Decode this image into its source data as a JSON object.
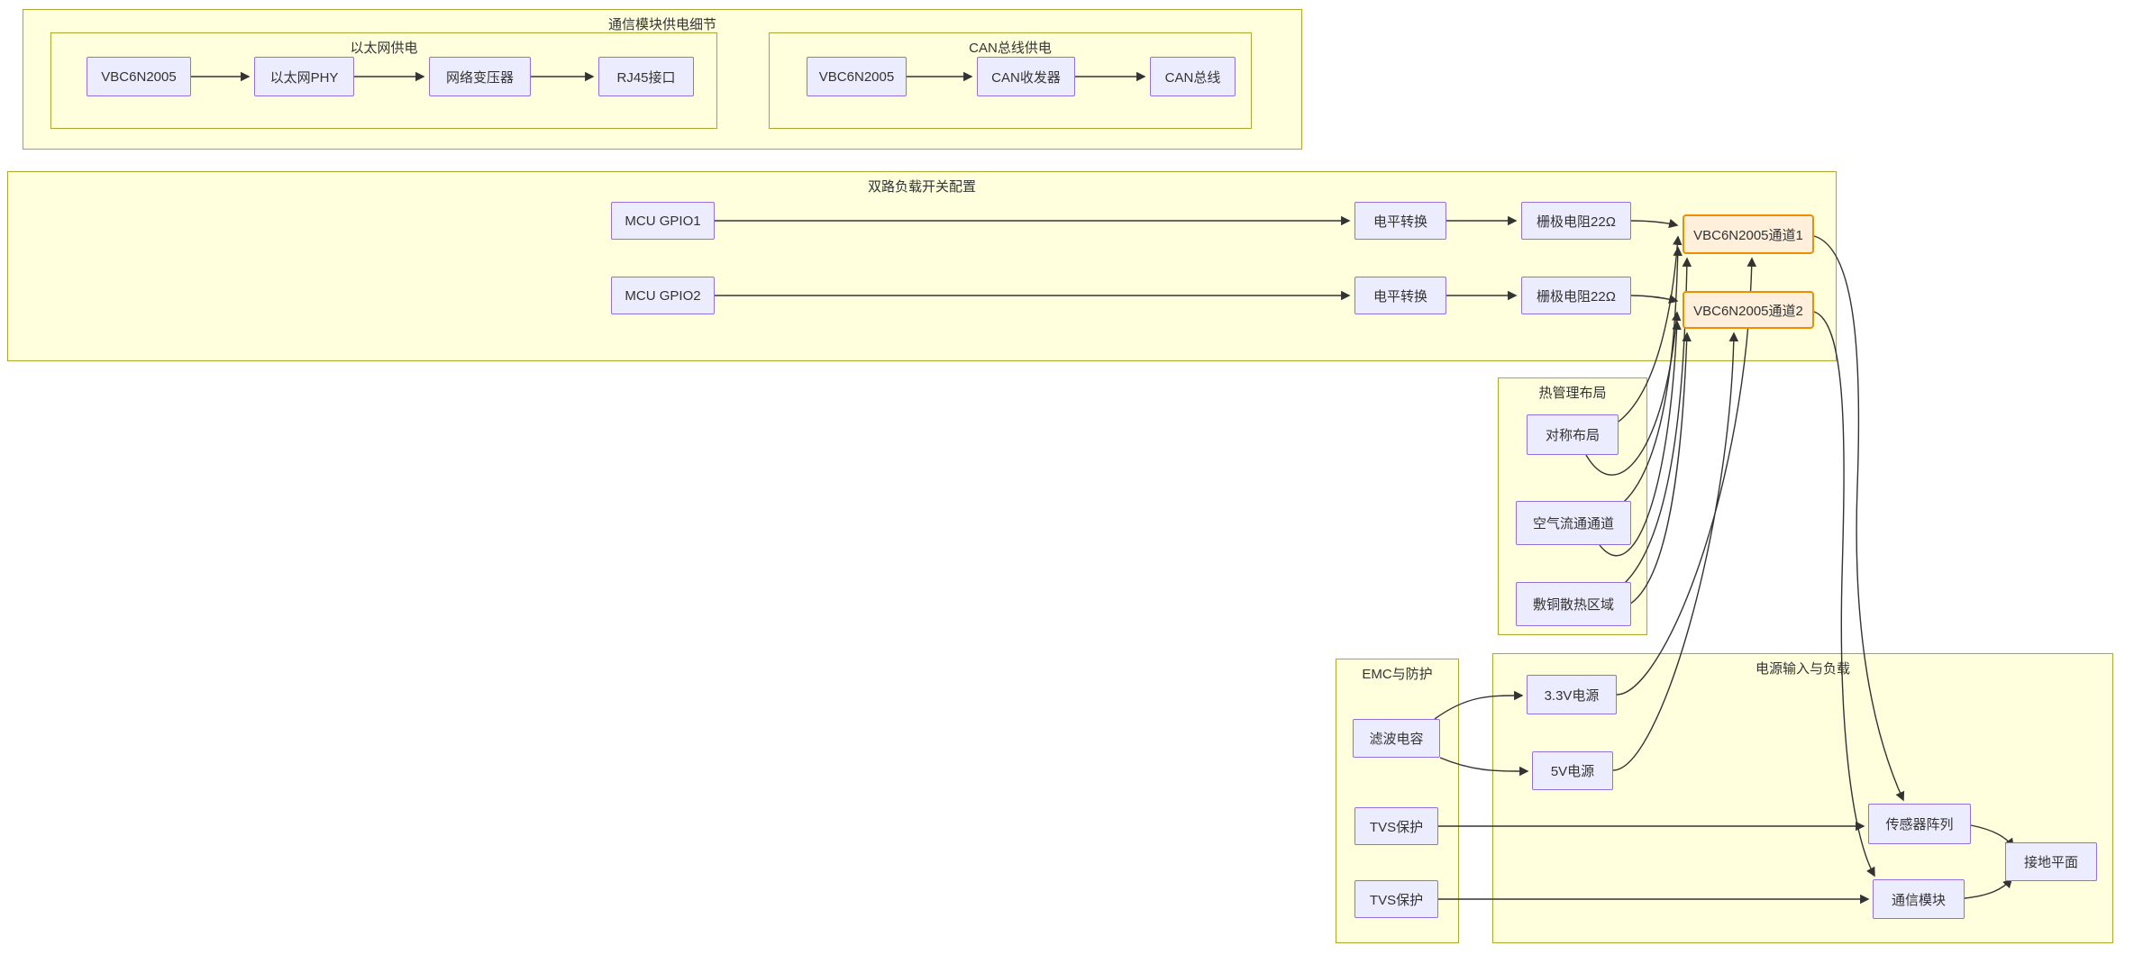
{
  "diagram": {
    "type": "flowchart",
    "colors": {
      "cluster_fill": "#ffffde",
      "cluster_border": "#aaaa33",
      "node_fill": "#ececff",
      "node_border": "#9370db",
      "accent_node_fill": "#ffefdb",
      "accent_node_border": "#f08c00",
      "edge_color": "#333333",
      "background": "#ffffff"
    },
    "groups": {
      "comm_power_detail": {
        "title": "通信模块供电细节"
      },
      "ethernet_power": {
        "title": "以太网供电"
      },
      "can_power": {
        "title": "CAN总线供电"
      },
      "dual_load_switch": {
        "title": "双路负载开关配置"
      },
      "thermal": {
        "title": "热管理布局"
      },
      "emc": {
        "title": "EMC与防护"
      },
      "power_load": {
        "title": "电源输入与负载"
      }
    },
    "nodes": {
      "eth_vbc": {
        "label": "VBC6N2005"
      },
      "eth_phy": {
        "label": "以太网PHY"
      },
      "eth_transformer": {
        "label": "网络变压器"
      },
      "eth_rj45": {
        "label": "RJ45接口"
      },
      "can_vbc": {
        "label": "VBC6N2005"
      },
      "can_transceiver": {
        "label": "CAN收发器"
      },
      "can_bus": {
        "label": "CAN总线"
      },
      "gpio1": {
        "label": "MCU GPIO1"
      },
      "gpio2": {
        "label": "MCU GPIO2"
      },
      "level1": {
        "label": "电平转换"
      },
      "level2": {
        "label": "电平转换"
      },
      "gate1": {
        "label": "栅极电阻22Ω"
      },
      "gate2": {
        "label": "栅极电阻22Ω"
      },
      "ch1": {
        "label": "VBC6N2005通道1"
      },
      "ch2": {
        "label": "VBC6N2005通道2"
      },
      "symmetric": {
        "label": "对称布局"
      },
      "airflow": {
        "label": "空气流通通道"
      },
      "copper": {
        "label": "敷铜散热区域"
      },
      "filter_cap": {
        "label": "滤波电容"
      },
      "tvs1": {
        "label": "TVS保护"
      },
      "tvs2": {
        "label": "TVS保护"
      },
      "v33": {
        "label": "3.3V电源"
      },
      "v5": {
        "label": "5V电源"
      },
      "sensor": {
        "label": "传感器阵列"
      },
      "comm": {
        "label": "通信模块"
      },
      "ground": {
        "label": "接地平面"
      }
    },
    "edges": [
      {
        "from": "eth_vbc",
        "to": "eth_phy"
      },
      {
        "from": "eth_phy",
        "to": "eth_transformer"
      },
      {
        "from": "eth_transformer",
        "to": "eth_rj45"
      },
      {
        "from": "can_vbc",
        "to": "can_transceiver"
      },
      {
        "from": "can_transceiver",
        "to": "can_bus"
      },
      {
        "from": "gpio1",
        "to": "level1"
      },
      {
        "from": "level1",
        "to": "gate1"
      },
      {
        "from": "gate1",
        "to": "ch1"
      },
      {
        "from": "gpio2",
        "to": "level2"
      },
      {
        "from": "level2",
        "to": "gate2"
      },
      {
        "from": "gate2",
        "to": "ch2"
      },
      {
        "from": "symmetric",
        "to": "ch1"
      },
      {
        "from": "airflow",
        "to": "ch1"
      },
      {
        "from": "copper",
        "to": "ch1"
      },
      {
        "from": "symmetric",
        "to": "ch2"
      },
      {
        "from": "airflow",
        "to": "ch2"
      },
      {
        "from": "copper",
        "to": "ch2"
      },
      {
        "from": "v33",
        "to": "ch1"
      },
      {
        "from": "v5",
        "to": "ch2"
      },
      {
        "from": "ch1",
        "to": "sensor"
      },
      {
        "from": "ch2",
        "to": "comm"
      },
      {
        "from": "filter_cap",
        "to": "v33"
      },
      {
        "from": "filter_cap",
        "to": "v5"
      },
      {
        "from": "tvs1",
        "to": "sensor"
      },
      {
        "from": "tvs2",
        "to": "comm"
      },
      {
        "from": "sensor",
        "to": "ground"
      },
      {
        "from": "comm",
        "to": "ground"
      }
    ]
  }
}
